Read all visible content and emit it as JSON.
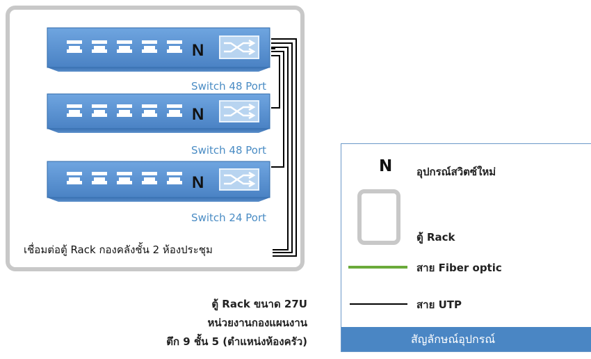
{
  "switch_marker": "N",
  "switches": [
    {
      "caption": "Switch 48 Port"
    },
    {
      "caption": "Switch 48 Port"
    },
    {
      "caption": "Switch 24 Port"
    }
  ],
  "rack_link_text": "เชื่อมต่อตู้ Rack กองคลังชั้น 2 ห้องประชุม",
  "rack_info": {
    "line1": "ตู้ Rack ขนาด 27U",
    "line2": "หน่วยงานกองแผนงาน",
    "line3": "ตึก 9 ชั้น 5 (ตำแหน่งห้องครัว)"
  },
  "legend": {
    "new_switch_symbol": "N",
    "new_switch_label": "อุปกรณ์สวิตซ์ใหม่",
    "rack_label": "ตู้ Rack",
    "fiber_label": "สาย Fiber optic",
    "utp_label": "สาย UTP",
    "footer": "สัญลักษณ์อุปกรณ์"
  },
  "colors": {
    "switch_body": "#5b93d3",
    "switch_dark": "#2f6aa8",
    "caption": "#4a8cc4",
    "rack_border": "#c8c8c8",
    "fiber": "#6aaa3a",
    "utp": "#000000",
    "legend_footer": "#4a86c4"
  }
}
